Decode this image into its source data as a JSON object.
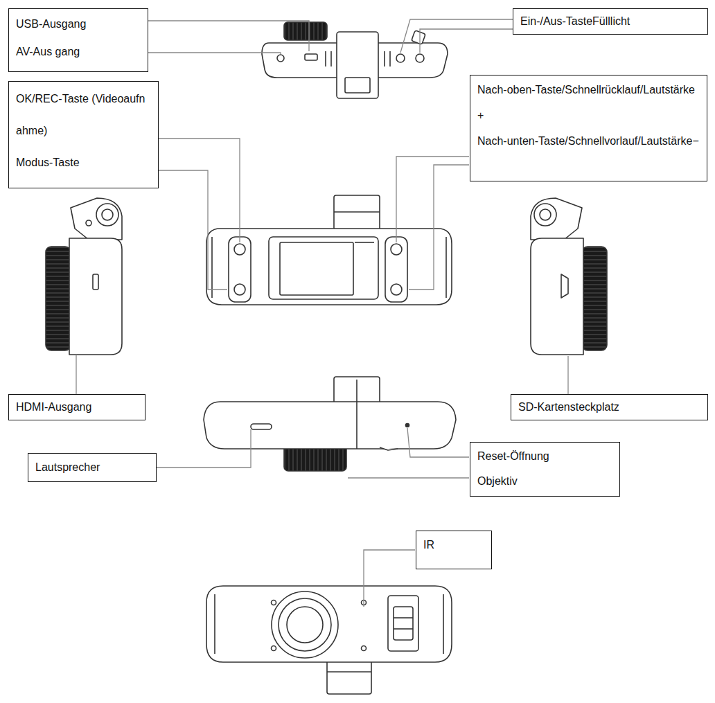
{
  "diagram": {
    "nodes": [
      {
        "text": [
          "USB-Ausgang",
          "AV-Aus gang"
        ]
      },
      {
        "text": [
          "Ein-/Aus-TasteFülllicht"
        ]
      },
      {
        "text": [
          "OK/REC-Taste (Videoaufnahme)",
          "Modus-Taste"
        ]
      },
      {
        "text": [
          "Nach-oben-Taste/Schnellrücklauf/Lautstärke+",
          "Nach-unten-Taste/Schnellvorlauf/Lautstärke−"
        ]
      },
      {
        "text": [
          "HDMI-Ausgang"
        ]
      },
      {
        "text": [
          "SD-Kartensteckplatz"
        ]
      },
      {
        "text": [
          "Lautsprecher"
        ]
      },
      {
        "text": [
          "Reset-Öffnung",
          "Objektiv"
        ]
      },
      {
        "text": [
          "IR"
        ]
      }
    ]
  }
}
